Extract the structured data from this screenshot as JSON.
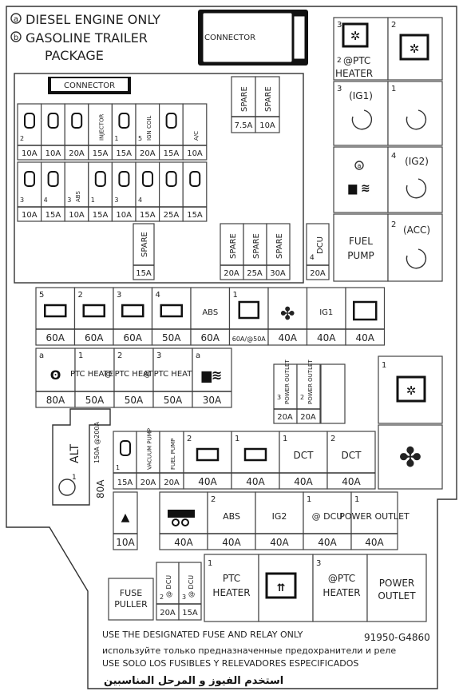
{
  "legend": {
    "a": "DIESEL ENGINE ONLY",
    "b_line1": "GASOLINE TRAILER",
    "b_line2": "PACKAGE",
    "a_marker": "a",
    "b_marker": "b"
  },
  "connector_top": "CONNECTOR",
  "connector_inner": "CONNECTOR",
  "spare_label": "SPARE",
  "small_fuses_row1": [
    {
      "tag": "2",
      "label": "",
      "amp": "10A"
    },
    {
      "tag": "",
      "label": "",
      "amp": "10A"
    },
    {
      "tag": "",
      "label": "",
      "amp": "20A"
    },
    {
      "tag": "",
      "label": "INJECTOR",
      "amp": "15A"
    },
    {
      "tag": "1",
      "label": "",
      "amp": "15A"
    },
    {
      "tag": "5",
      "label": "IGN COIL",
      "amp": "20A"
    },
    {
      "tag": "",
      "label": "",
      "amp": "15A"
    },
    {
      "tag": "",
      "label": "A/C",
      "amp": "10A"
    }
  ],
  "small_fuses_row2": [
    {
      "tag": "3",
      "label": "",
      "amp": "10A"
    },
    {
      "tag": "4",
      "label": "",
      "amp": "15A"
    },
    {
      "tag": "3",
      "label": "ABS",
      "amp": "10A"
    },
    {
      "tag": "1",
      "label": "",
      "amp": "15A"
    },
    {
      "tag": "3",
      "label": "",
      "amp": "10A"
    },
    {
      "tag": "4",
      "label": "",
      "amp": "15A"
    },
    {
      "tag": "",
      "label": "",
      "amp": "25A"
    },
    {
      "tag": "",
      "label": "",
      "amp": "15A"
    }
  ],
  "spares_top": [
    {
      "amp": "7.5A"
    },
    {
      "amp": "10A"
    }
  ],
  "spare_mid": {
    "amp": "15A"
  },
  "spares_right": [
    {
      "amp": "20A"
    },
    {
      "amp": "25A"
    },
    {
      "amp": "30A"
    }
  ],
  "dcu_fuse": {
    "tag": "4",
    "label": "DCU",
    "amp": "20A"
  },
  "relays_right": [
    {
      "tag": "3",
      "sub": "2",
      "label1": "@PTC",
      "label2": "HEATER"
    },
    {
      "tag": "2",
      "label": ""
    },
    {
      "tag": "3",
      "label": "(IG1)"
    },
    {
      "tag": "1",
      "label": ""
    },
    {
      "tag": "a",
      "label": ""
    },
    {
      "tag": "4",
      "label": "(IG2)"
    },
    {
      "tag": "",
      "label1": "FUEL",
      "label2": "PUMP"
    },
    {
      "tag": "2",
      "label": "(ACC)"
    }
  ],
  "row_60a": [
    {
      "tag": "5",
      "label": "",
      "amp": "60A"
    },
    {
      "tag": "2",
      "label": "",
      "amp": "60A"
    },
    {
      "tag": "3",
      "label": "",
      "amp": "60A"
    },
    {
      "tag": "4",
      "label": "",
      "amp": "50A"
    },
    {
      "tag": "",
      "label": "ABS",
      "amp": "60A"
    },
    {
      "tag": "1",
      "label": "",
      "amp": "60A/@50A"
    },
    {
      "tag": "",
      "label": "",
      "amp": "40A"
    },
    {
      "tag": "",
      "label": "IG1",
      "amp": "40A"
    },
    {
      "tag": "",
      "label": "",
      "amp": "40A"
    }
  ],
  "row_80a": [
    {
      "tag": "a",
      "label": "",
      "amp": "80A"
    },
    {
      "tag": "1",
      "label": "PTC HEATER",
      "amp": "50A"
    },
    {
      "tag": "2",
      "label": "@ PTC HEATER",
      "amp": "50A"
    },
    {
      "tag": "3",
      "label": "@ PTC HEATER",
      "amp": "50A"
    },
    {
      "tag": "a",
      "label": "",
      "amp": "30A"
    }
  ],
  "power_outlets_small": [
    {
      "tag": "3",
      "label": "POWER OUTLET",
      "amp": "20A"
    },
    {
      "tag": "2",
      "label": "POWER OUTLET",
      "amp": "20A"
    }
  ],
  "relay_fan_big": {
    "tag": "1"
  },
  "alt": {
    "label": "ALT",
    "side": "150A @200A",
    "amp": "80A",
    "tag": "1"
  },
  "row_40a_upper": [
    {
      "tag": "1",
      "label": "",
      "amp": "15A"
    },
    {
      "tag": "",
      "label": "VACUUM PUMP",
      "amp": "20A"
    },
    {
      "tag": "",
      "label": "FUEL PUMP",
      "amp": "20A"
    },
    {
      "tag": "2",
      "label": "",
      "amp": "40A"
    },
    {
      "tag": "1",
      "label": "",
      "amp": "40A"
    },
    {
      "tag": "1",
      "label": "DCT",
      "amp": "40A"
    },
    {
      "tag": "2",
      "label": "DCT",
      "amp": "40A"
    }
  ],
  "row_40a_lower": [
    {
      "tag": "",
      "label": "",
      "amp": "10A"
    },
    {
      "tag": "",
      "label": "",
      "amp": "40A"
    },
    {
      "tag": "2",
      "label": "ABS",
      "amp": "40A"
    },
    {
      "tag": "",
      "label": "IG2",
      "amp": "40A"
    },
    {
      "tag": "1",
      "label": "@ DCU",
      "amp": "40A"
    },
    {
      "tag": "1",
      "label": "POWER OUTLET",
      "amp": "40A"
    }
  ],
  "bottom_relays": [
    {
      "tag": "1",
      "label1": "PTC",
      "label2": "HEATER"
    },
    {
      "tag": "",
      "label1": "",
      "label2": ""
    },
    {
      "tag": "3",
      "label1": "@PTC",
      "label2": "HEATER"
    },
    {
      "tag": "",
      "label1": "POWER",
      "label2": "OUTLET"
    }
  ],
  "fuse_puller": {
    "line1": "FUSE",
    "line2": "PULLER"
  },
  "dcu_small": [
    {
      "tag": "2",
      "label": "@ DCU",
      "amp": "20A"
    },
    {
      "tag": "3",
      "label": "@ DCU",
      "amp": "15A"
    }
  ],
  "footer": {
    "en": "USE THE DESIGNATED FUSE AND RELAY ONLY",
    "part": "91950-G4860",
    "ru": "используйте только предназначенные предохранители и реле",
    "es": "USE SOLO LOS FUSIBLES Y RELEVADORES ESPECIFICADOS",
    "ar": "استخدم الفيوز و المرحل المناسبين"
  }
}
